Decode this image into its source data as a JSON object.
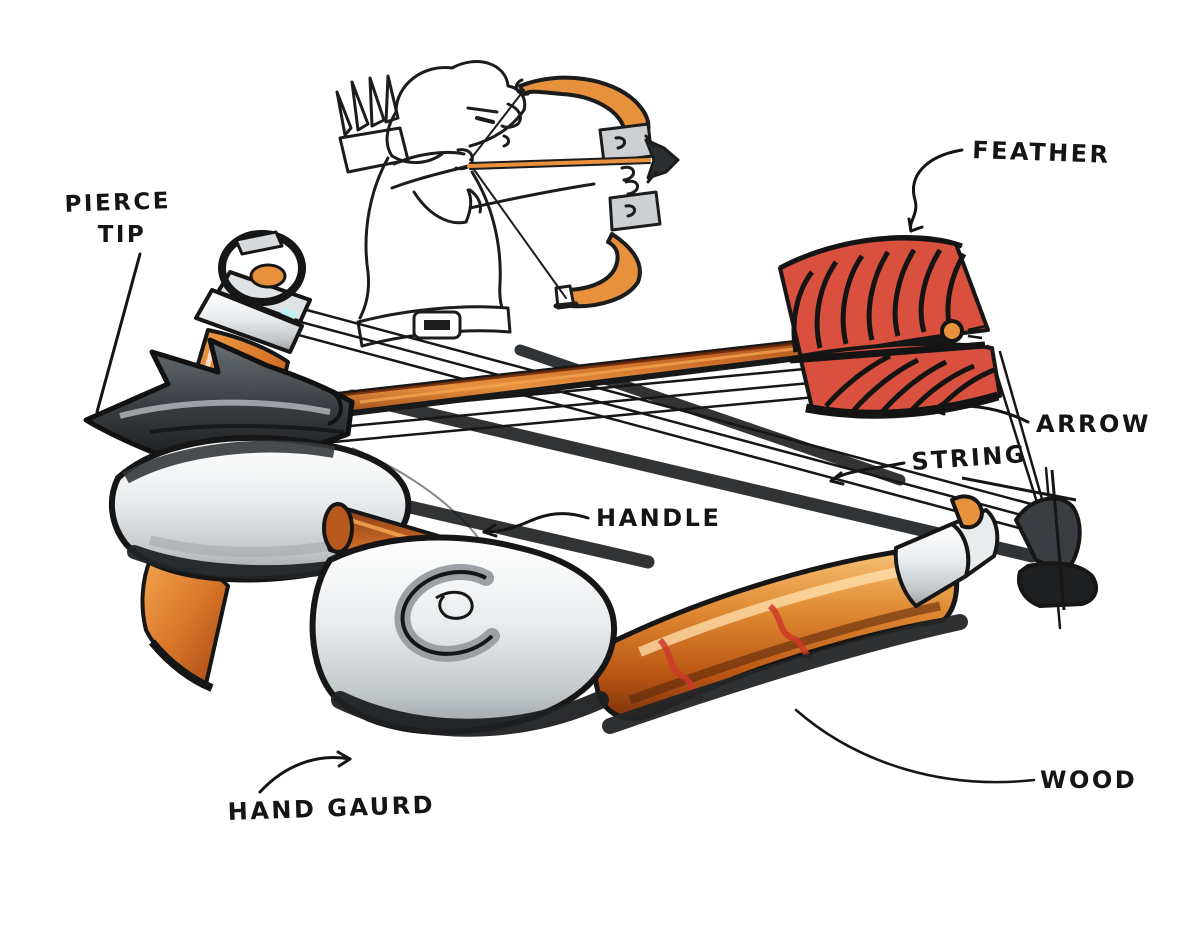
{
  "annotations": {
    "pierce_tip": {
      "line1": "PIERCE",
      "line2": "TIP"
    },
    "feather": {
      "label": "FEATHER"
    },
    "arrow": {
      "label": "ARROW"
    },
    "string": {
      "label": "STRING"
    },
    "handle": {
      "label": "HANDLE"
    },
    "wood": {
      "label": "WOOD"
    },
    "hand_guard": {
      "label": "HAND GAURD"
    }
  },
  "palette": {
    "background": "#ffffff",
    "ink": "#161616",
    "copper_orange": "#d9772b",
    "copper_highlight": "#f2a44e",
    "copper_dark": "#8a3c12",
    "feather_red": "#d9503e",
    "chrome_light": "#eef0f2",
    "chrome_mid": "#c2c7ca",
    "chrome_dark": "#8d9296",
    "shadow_ink": "#26292b",
    "glint_cyan": "#bfeef5"
  }
}
